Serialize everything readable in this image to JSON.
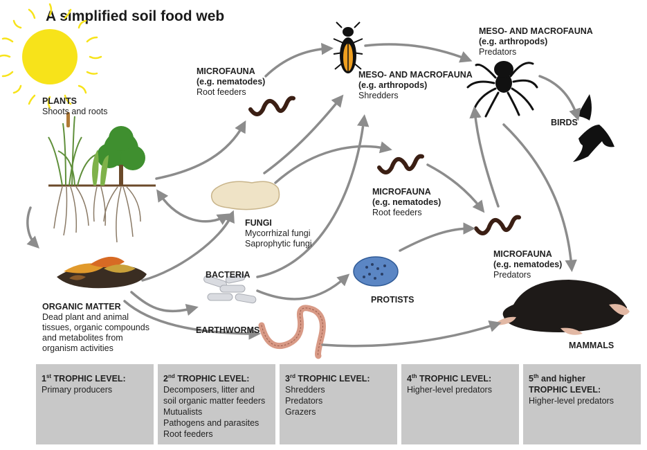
{
  "title": "A simplified soil food web",
  "nodes": {
    "plants": {
      "title": "PLANTS",
      "lines": [
        "Shoots and roots"
      ]
    },
    "organic_matter": {
      "title": "ORGANIC MATTER",
      "lines": [
        "Dead plant and animal",
        "tissues, organic compounds",
        "and metabolites from",
        "organism activities"
      ]
    },
    "fungi": {
      "title": "FUNGI",
      "lines": [
        "Mycorrhizal fungi",
        "Saprophytic fungi"
      ]
    },
    "bacteria": {
      "title": "BACTERIA"
    },
    "earthworms": {
      "title": "EARTHWORMS"
    },
    "microfauna_root_top": {
      "title": "MICROFAUNA",
      "sub": "(e.g. nematodes)",
      "lines": [
        "Root feeders"
      ]
    },
    "microfauna_root_mid": {
      "title": "MICROFAUNA",
      "sub": "(e.g. nematodes)",
      "lines": [
        "Root feeders"
      ]
    },
    "microfauna_predators": {
      "title": "MICROFAUNA",
      "sub": "(e.g. nematodes)",
      "lines": [
        "Predators"
      ]
    },
    "meso_shredders": {
      "title": "MESO- AND MACROFAUNA",
      "sub": "(e.g. arthropods)",
      "lines": [
        "Shredders"
      ]
    },
    "meso_predators": {
      "title": "MESO- AND MACROFAUNA",
      "sub": "(e.g. arthropods)",
      "lines": [
        "Predators"
      ]
    },
    "protists": {
      "title": "PROTISTS"
    },
    "birds": {
      "title": "BIRDS"
    },
    "mammals": {
      "title": "MAMMALS"
    }
  },
  "trophic_levels": [
    {
      "ord": "1",
      "sup": "st",
      "label": " TROPHIC LEVEL:",
      "items": [
        "Primary producers"
      ]
    },
    {
      "ord": "2",
      "sup": "nd",
      "label": " TROPHIC LEVEL:",
      "items": [
        "Decomposers, litter and",
        "soil organic matter feeders",
        "Mutualists",
        "Pathogens and parasites",
        "Root feeders"
      ]
    },
    {
      "ord": "3",
      "sup": "rd",
      "label": " TROPHIC LEVEL:",
      "items": [
        "Shredders",
        "Predators",
        "Grazers"
      ]
    },
    {
      "ord": "4",
      "sup": "th",
      "label": " TROPHIC LEVEL:",
      "items": [
        "Higher-level predators"
      ]
    },
    {
      "ord": "5",
      "sup": "th",
      "label": " and higher",
      "label2": "TROPHIC LEVEL:",
      "items": [
        "Higher-level predators"
      ]
    }
  ],
  "colors": {
    "arrow": "#8c8c8c",
    "panel": "#c8c8c8",
    "sun": "#f7e31a",
    "worm": "#4a2a1a",
    "mole": "#1e1a18",
    "fungi": "#efe3c6",
    "protist": "#5b86c4",
    "earthworm": "#d89a86"
  }
}
